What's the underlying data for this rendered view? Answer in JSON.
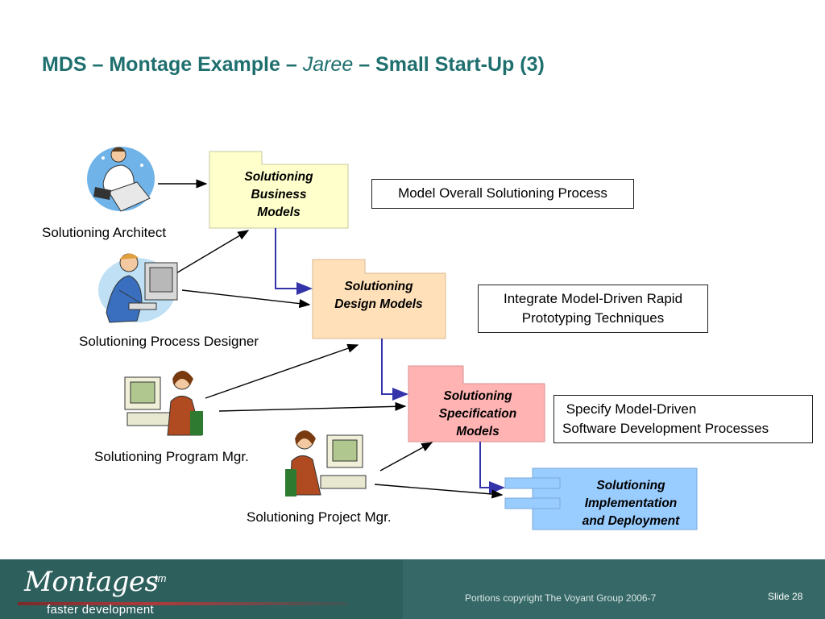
{
  "slide": {
    "title_part1": "MDS – Montage Example – ",
    "title_italic": "Jaree",
    "title_part2": " – Small Start-Up (3)"
  },
  "roles": {
    "architect": "Solutioning Architect",
    "process_designer": "Solutioning Process Designer",
    "program_mgr": "Solutioning Program Mgr.",
    "project_mgr": "Solutioning Project Mgr."
  },
  "artifacts": {
    "business": [
      "Solutioning",
      "Business",
      "Models"
    ],
    "design": [
      "Solutioning",
      "Design Models"
    ],
    "specification": [
      "Solutioning",
      "Specification",
      "Models"
    ],
    "implementation": [
      "Solutioning",
      "Implementation",
      "and Deployment"
    ]
  },
  "processes": {
    "p1": [
      "Model Overall Solutioning Process"
    ],
    "p2": [
      "Integrate Model-Driven Rapid",
      "Prototyping Techniques"
    ],
    "p3": [
      " Specify Model-Driven",
      "Software Development Processes"
    ]
  },
  "footer": {
    "logo": "Montages",
    "tm": "tm",
    "tagline": "faster development",
    "copyright": "Portions copyright The Voyant Group 2006-7",
    "slide_number": "Slide 28"
  },
  "colors": {
    "title": "#1f6f6f",
    "business_fill": "#ffffcc",
    "design_fill": "#ffe0b8",
    "specification_fill": "#ffb3b3",
    "implementation_fill": "#99ccff",
    "flow_line": "#3333aa",
    "footer": "#2d5f5d"
  }
}
